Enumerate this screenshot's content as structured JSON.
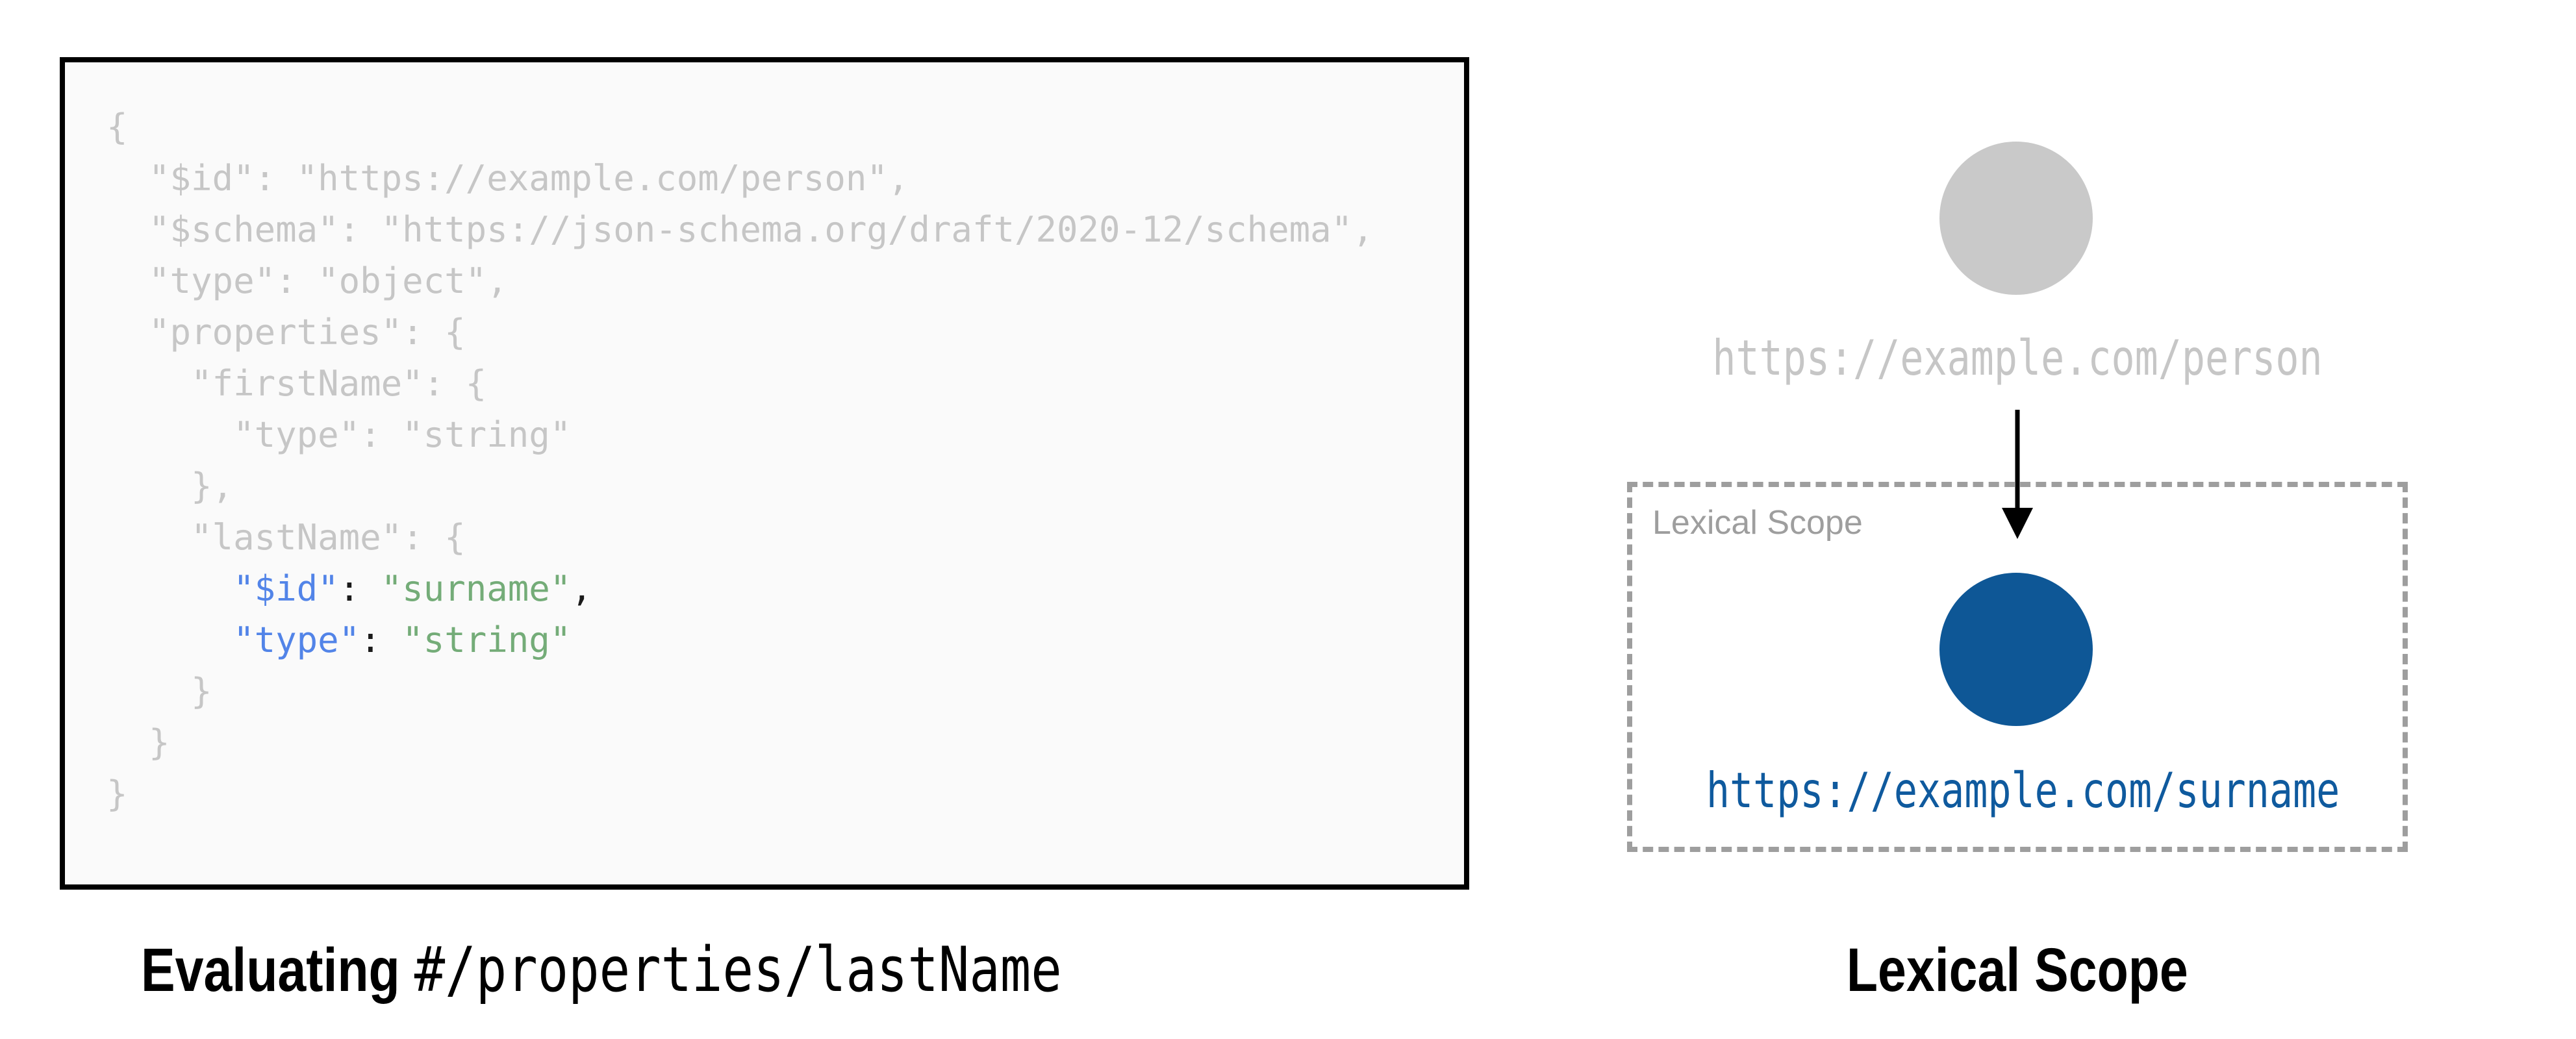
{
  "code_panel": {
    "background": "#fafafa",
    "border_color": "#000000",
    "colors": {
      "muted": "#c6c6c6",
      "key": "#5284e8",
      "string": "#74ac78",
      "punct": "#1a1a1a"
    },
    "lines": [
      {
        "segments": [
          {
            "text": "{",
            "style": "muted"
          }
        ]
      },
      {
        "segments": [
          {
            "text": "  \"$id\": \"https://example.com/person\",",
            "style": "muted"
          }
        ]
      },
      {
        "segments": [
          {
            "text": "  \"$schema\": \"https://json-schema.org/draft/2020-12/schema\",",
            "style": "muted"
          }
        ]
      },
      {
        "segments": [
          {
            "text": "  \"type\": \"object\",",
            "style": "muted"
          }
        ]
      },
      {
        "segments": [
          {
            "text": "  \"properties\": {",
            "style": "muted"
          }
        ]
      },
      {
        "segments": [
          {
            "text": "    \"firstName\": {",
            "style": "muted"
          }
        ]
      },
      {
        "segments": [
          {
            "text": "      \"type\": \"string\"",
            "style": "muted"
          }
        ]
      },
      {
        "segments": [
          {
            "text": "    },",
            "style": "muted"
          }
        ]
      },
      {
        "segments": [
          {
            "text": "    \"lastName\": {",
            "style": "muted"
          }
        ]
      },
      {
        "segments": [
          {
            "text": "      ",
            "style": "muted"
          },
          {
            "text": "\"$id\"",
            "style": "key"
          },
          {
            "text": ": ",
            "style": "punct"
          },
          {
            "text": "\"surname\"",
            "style": "string"
          },
          {
            "text": ",",
            "style": "punct"
          }
        ]
      },
      {
        "segments": [
          {
            "text": "      ",
            "style": "muted"
          },
          {
            "text": "\"type\"",
            "style": "key"
          },
          {
            "text": ": ",
            "style": "punct"
          },
          {
            "text": "\"string\"",
            "style": "string"
          }
        ]
      },
      {
        "segments": [
          {
            "text": "    }",
            "style": "muted"
          }
        ]
      },
      {
        "segments": [
          {
            "text": "  }",
            "style": "muted"
          }
        ]
      },
      {
        "segments": [
          {
            "text": "}",
            "style": "muted"
          }
        ]
      }
    ]
  },
  "captions": {
    "left_bold": "Evaluating",
    "left_mono": "#/properties/lastName",
    "right": "Lexical Scope"
  },
  "diagram": {
    "parent_uri": "https://example.com/person",
    "child_uri": "https://example.com/surname",
    "scope_box_label": "Lexical Scope",
    "colors": {
      "parent_node": "#c9c9c9",
      "parent_uri_text": "#c6c6c6",
      "child_node": "#0e5796",
      "child_uri_text": "#0f5a9e",
      "scope_border": "#9e9e9e",
      "scope_label": "#9e9e9e",
      "arrow": "#000000"
    }
  }
}
